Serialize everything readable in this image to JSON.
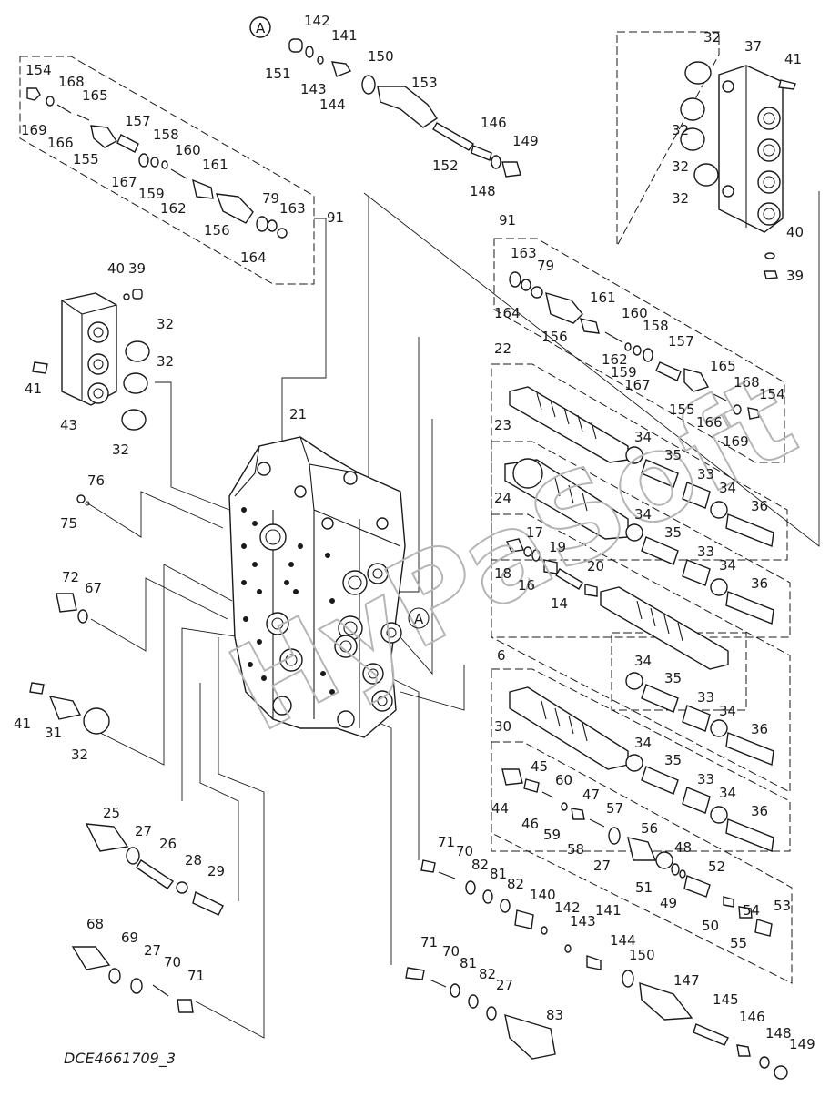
{
  "reference_code": "DCE4661709_3",
  "watermark": "HyPaSoft",
  "labels": {
    "l_A_top": "A",
    "l_A_body": "A",
    "l_142a": "142",
    "l_141a": "141",
    "l_151": "151",
    "l_143a": "143",
    "l_144a": "144",
    "l_150a": "150",
    "l_153": "153",
    "l_146a": "146",
    "l_149a": "149",
    "l_152": "152",
    "l_148a": "148",
    "l_154a": "154",
    "l_168a": "168",
    "l_165a": "165",
    "l_169a": "169",
    "l_166a": "166",
    "l_155a": "155",
    "l_157a": "157",
    "l_158a": "158",
    "l_160a": "160",
    "l_161a": "161",
    "l_167a": "167",
    "l_159a": "159",
    "l_162a": "162",
    "l_156a": "156",
    "l_79a": "79",
    "l_163a": "163",
    "l_164a": "164",
    "l_91a": "91",
    "l_32a": "32",
    "l_37": "37",
    "l_41a": "41",
    "l_32b": "32",
    "l_32c": "32",
    "l_32d": "32",
    "l_40a": "40",
    "l_39a": "39",
    "l_40b": "40",
    "l_39b": "39",
    "l_32e": "32",
    "l_32f": "32",
    "l_41b": "41",
    "l_43": "43",
    "l_32g": "32",
    "l_91b": "91",
    "l_163b": "163",
    "l_79b": "79",
    "l_164b": "164",
    "l_161b": "161",
    "l_156b": "156",
    "l_160b": "160",
    "l_158b": "158",
    "l_162b": "162",
    "l_157b": "157",
    "l_159b": "159",
    "l_167b": "167",
    "l_165b": "165",
    "l_168b": "168",
    "l_154b": "154",
    "l_155b": "155",
    "l_166b": "166",
    "l_169b": "169",
    "l_22": "22",
    "l_21": "21",
    "l_23": "23",
    "l_34a": "34",
    "l_35a": "35",
    "l_33a": "33",
    "l_34b": "34",
    "l_36a": "36",
    "l_24": "24",
    "l_34c": "34",
    "l_35b": "35",
    "l_33b": "33",
    "l_34d": "34",
    "l_36b": "36",
    "l_17": "17",
    "l_19": "19",
    "l_18": "18",
    "l_16": "16",
    "l_20": "20",
    "l_14": "14",
    "l_76": "76",
    "l_75": "75",
    "l_72": "72",
    "l_67": "67",
    "l_34e": "34",
    "l_35c": "35",
    "l_33c": "33",
    "l_34f": "34",
    "l_36c": "36",
    "l_6": "6",
    "l_30": "30",
    "l_45": "45",
    "l_60": "60",
    "l_44": "44",
    "l_46": "46",
    "l_47": "47",
    "l_59": "59",
    "l_57": "57",
    "l_58": "58",
    "l_34g": "34",
    "l_35d": "35",
    "l_33d": "33",
    "l_34h": "34",
    "l_36d": "36",
    "l_56": "56",
    "l_27a": "27",
    "l_48": "48",
    "l_52": "52",
    "l_51": "51",
    "l_49": "49",
    "l_54": "54",
    "l_53": "53",
    "l_50": "50",
    "l_55": "55",
    "l_41c": "41",
    "l_31": "31",
    "l_32h": "32",
    "l_25": "25",
    "l_27b": "27",
    "l_26": "26",
    "l_28": "28",
    "l_29": "29",
    "l_71a": "71",
    "l_70a": "70",
    "l_82a": "82",
    "l_81a": "81",
    "l_82b": "82",
    "l_140": "140",
    "l_142b": "142",
    "l_143b": "143",
    "l_141b": "141",
    "l_144b": "144",
    "l_150b": "150",
    "l_147": "147",
    "l_145": "145",
    "l_146b": "146",
    "l_148b": "148",
    "l_149b": "149",
    "l_68": "68",
    "l_69": "69",
    "l_27c": "27",
    "l_70b": "70",
    "l_71b": "71",
    "l_71c": "71",
    "l_70c": "70",
    "l_81b": "81",
    "l_82c": "82",
    "l_27d": "27",
    "l_83": "83"
  }
}
